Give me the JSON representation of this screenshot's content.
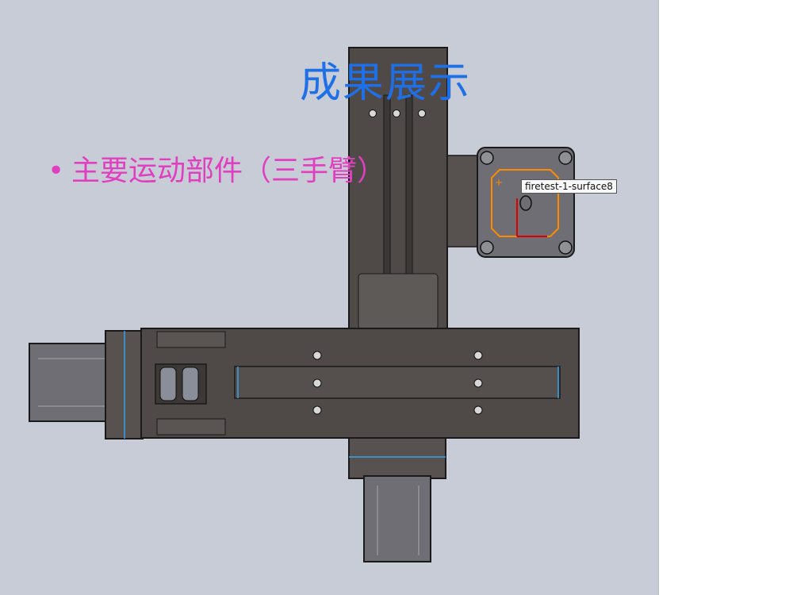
{
  "slide": {
    "title": "成果展示",
    "bullet_marker": "•",
    "bullet_text": "主要运动部件（三手臂）"
  },
  "cad": {
    "tooltip": "firetest-1-surface8",
    "colors": {
      "viewport_bg": "#c8ccd6",
      "body_metal": "#4f4a47",
      "outline": "#1a1a1a",
      "motor_gray": "#6f6e74",
      "selection_orange": "#ff8a00",
      "axis_red": "#e00000",
      "edge_blue": "#3aa0e8"
    }
  }
}
